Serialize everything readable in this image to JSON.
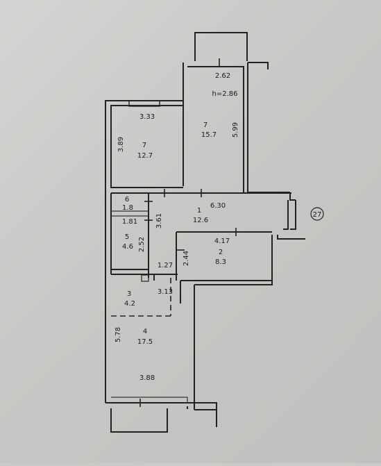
{
  "rooms": [
    {
      "number": "7",
      "area": "15.7"
    },
    {
      "number": "7",
      "area": "12.7"
    },
    {
      "number": "6",
      "area": "1.8"
    },
    {
      "number": "1",
      "area": "12.6"
    },
    {
      "number": "5",
      "area": "4.6"
    },
    {
      "number": "2",
      "area": "8.3"
    },
    {
      "number": "3",
      "area": "4.2"
    },
    {
      "number": "4",
      "area": "17.5"
    }
  ],
  "dimensions": {
    "balcony_top": "2.62",
    "ceiling_height": "h=2.86",
    "room7b_width": "3.33",
    "room7b_depth": "3.89",
    "room7a_depth": "5.99",
    "hall_width": "6.30",
    "bath_width": "1.81",
    "hall_depth": "3.61",
    "wc_depth": "2.52",
    "room2_width": "4.17",
    "room2_depth": "2.44",
    "corridor_width": "1.27",
    "corridor_length": "3.13",
    "room4_depth": "5.78",
    "room4_width": "3.88"
  },
  "apartment_number": "27"
}
